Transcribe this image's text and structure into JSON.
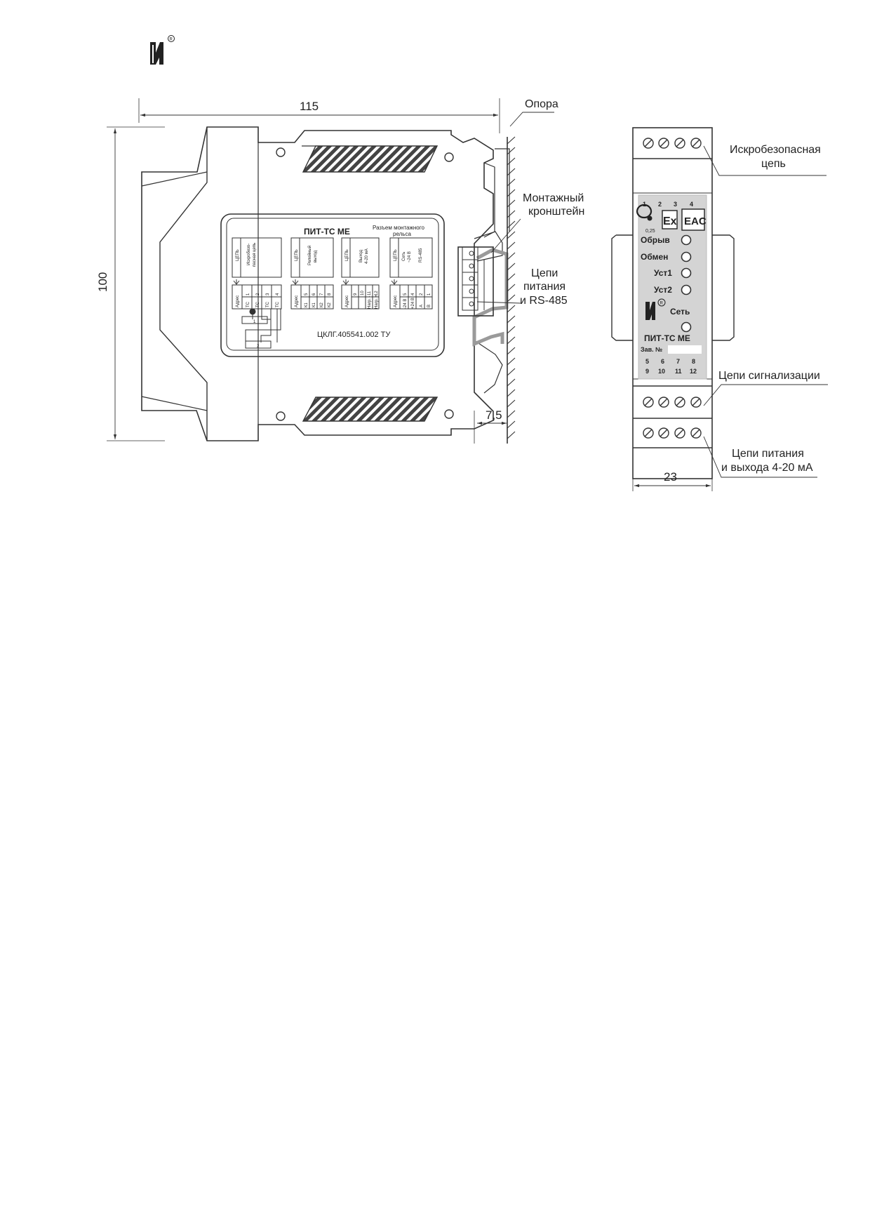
{
  "logo": {
    "symbol": "registered-trademark"
  },
  "side_view": {
    "dim_width": "115",
    "dim_height": "100",
    "dim_rail": "7,5",
    "label_support": "Опора",
    "label_bracket_1": "Монтажный",
    "label_bracket_2": "кронштейн",
    "label_power_1": "Цепи",
    "label_power_2": "питания",
    "label_power_3": "и RS-485",
    "plate": {
      "title": "ПИТ-ТС МЕ",
      "rail_connector_1": "Разъем монтажного",
      "rail_connector_2": "рельса",
      "designation": "ЦКЛГ.405541.002 ТУ",
      "block1_header": "ЦЕПЬ",
      "block1_sub1": "Искробезо-",
      "block1_sub2": "пасная цепь",
      "block1_pins": [
        "1",
        "2",
        "3",
        "4"
      ],
      "block1_sig": [
        "ТС",
        "ТС",
        "ТС",
        "ТС"
      ],
      "block2_header": "ЦЕПЬ",
      "block2_sub1": "Релейный",
      "block2_sub2": "выход",
      "block2_pins": [
        "5",
        "6",
        "7",
        "8"
      ],
      "block2_sig": [
        "К1",
        "К1",
        "К2",
        "К2"
      ],
      "block3_header": "ЦЕПЬ",
      "block3_sub1": "Выход",
      "block3_sub2": "4-20 мА",
      "block3_pins": [
        "9",
        "10",
        "11",
        "12"
      ],
      "block3_sig": [
        "Нагр. -",
        "Нагр. +"
      ],
      "block4_header": "ЦЕПЬ",
      "block4_sub1": "Сеть",
      "block4_sub2": "~24 В",
      "block4_sub3": "RS-485",
      "block4_pins": [
        "5",
        "4",
        "2",
        "1"
      ],
      "block4_sig": [
        "-24 В",
        "+24 В",
        "А",
        "В"
      ],
      "addr_label": "Адрес",
      "sensor_marks": [
        "1",
        "2"
      ]
    }
  },
  "front_view": {
    "dim_width": "23",
    "top_numbers": [
      "1",
      "2",
      "3",
      "4"
    ],
    "ex_mark": "Ex",
    "eac_mark": "EAC",
    "weight_mark": "0,25",
    "led_labels": [
      "Обрыв",
      "Обмен",
      "Уст1",
      "Уст2"
    ],
    "net_label": "Сеть",
    "model": "ПИТ-ТС МЕ",
    "serial_label": "Зав. №",
    "bottom_numbers_row1": [
      "5",
      "6",
      "7",
      "8"
    ],
    "bottom_numbers_row2": [
      "9",
      "10",
      "11",
      "12"
    ],
    "label_intrinsic_1": "Искробезопасная",
    "label_intrinsic_2": "цепь",
    "label_signal": "Цепи сигнализации",
    "label_output_1": "Цепи питания",
    "label_output_2": "и выхода 4-20 мА"
  },
  "colors": {
    "line": "#333333",
    "panel": "#d4d4d4",
    "paper": "#ffffff"
  }
}
